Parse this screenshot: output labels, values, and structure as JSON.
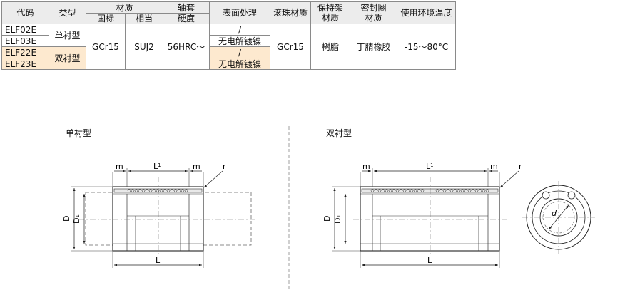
{
  "table": {
    "headers": {
      "code": "代码",
      "type": "类型",
      "material": "材质",
      "material_sub": [
        "国标",
        "相当"
      ],
      "sleeve": "轴套",
      "sleeve_sub": "硬度",
      "surface": "表面处理",
      "ball": "滚珠材质",
      "retainer": [
        "保持架",
        "材质"
      ],
      "seal": [
        "密封圈",
        "材质"
      ],
      "temp": "使用环境温度"
    },
    "codes": [
      "ELF02E",
      "ELF03E",
      "ELF22E",
      "ELF23E"
    ],
    "types": [
      "单衬型",
      "双衬型"
    ],
    "gb": "GCr15",
    "equiv": "SUJ2",
    "hardness": "56HRC～",
    "surface": [
      "/",
      "无电解镀镍",
      "/",
      "无电解镀镍"
    ],
    "ball": "GCr15",
    "retainer": "树脂",
    "seal": "丁腈橡胶",
    "temp": "-15～80°C"
  },
  "colors": {
    "header_bg": "#ececec",
    "highlight_bg": "#fde9cf",
    "border": "#8a8a8a"
  },
  "drawings": {
    "single": {
      "title": "单衬型",
      "labels": {
        "m": "m",
        "L1": "L",
        "L1_sub": "1",
        "r": "r",
        "D": "D",
        "D1": "D",
        "D1_sub": "1",
        "L": "L"
      }
    },
    "double": {
      "title": "双衬型",
      "labels": {
        "m": "m",
        "L1": "L",
        "L1_sub": "1",
        "r": "r",
        "D": "D",
        "D1": "D",
        "D1_sub": "1",
        "L": "L",
        "d": "d"
      }
    }
  }
}
